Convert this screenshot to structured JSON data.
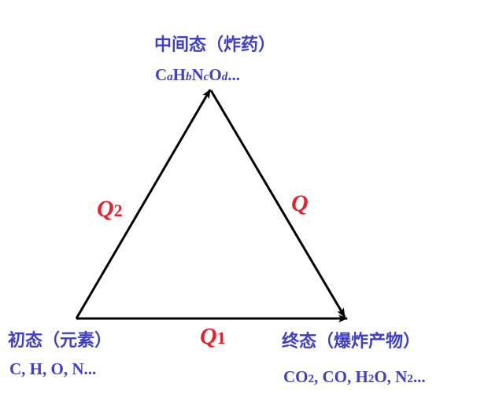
{
  "colors": {
    "label": "#3f3fc8",
    "heat": "#e8202a",
    "line": "#000000"
  },
  "top_node": {
    "title": "中间态（炸药）",
    "formula": [
      "C",
      "a",
      "H",
      "b",
      "N",
      "c",
      "O",
      "d",
      "..."
    ]
  },
  "left_node": {
    "title": "初态（元素）",
    "formula": "C, H, O, N..."
  },
  "right_node": {
    "title": "终态（爆炸产物）",
    "formula": [
      "CO",
      "2",
      ", CO, H",
      "2",
      "O, N",
      "2",
      "..."
    ]
  },
  "heats": {
    "q2": {
      "main": "Q",
      "sub": "2"
    },
    "q": {
      "main": "Q"
    },
    "q1": {
      "main": "Q",
      "sub": "1"
    }
  }
}
